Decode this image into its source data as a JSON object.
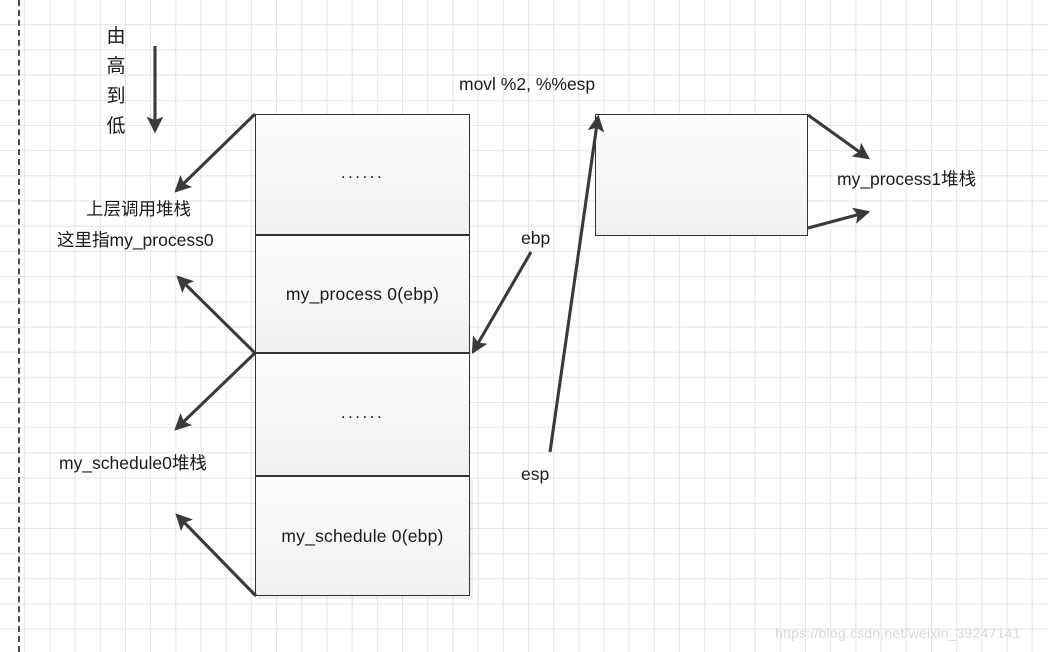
{
  "diagram": {
    "title_note": "stack-switch diagram",
    "direction_label": {
      "chars": [
        "由",
        "高",
        "到",
        "低"
      ],
      "name": "from-high-to-low"
    },
    "left_stack": {
      "segments": [
        {
          "label": "......",
          "kind": "ellipsis"
        },
        {
          "label": "my_process 0(ebp)",
          "kind": "frame"
        },
        {
          "label": "......",
          "kind": "ellipsis"
        },
        {
          "label": "my_schedule 0(ebp)",
          "kind": "frame"
        }
      ]
    },
    "right_stack": {
      "segments": [
        {
          "label": "",
          "kind": "blank"
        }
      ]
    },
    "annotations": {
      "upper_caller_line1": "上层调用堆栈",
      "upper_caller_line2": "这里指my_process0",
      "schedule_stack": "my_schedule0堆栈",
      "instruction": "movl %2, %%esp",
      "ebp": "ebp",
      "esp": "esp",
      "process1_stack": "my_process1堆栈"
    },
    "watermark": "https://blog.csdn.net/weixin_39247141",
    "colors": {
      "stroke": "#333333",
      "grid": "#e4e4e4",
      "box_fill_top": "#fdfdfd",
      "box_fill_bottom": "#f0f0f0",
      "text": "#1a1a1a",
      "watermark": "#d9d9d9"
    }
  }
}
